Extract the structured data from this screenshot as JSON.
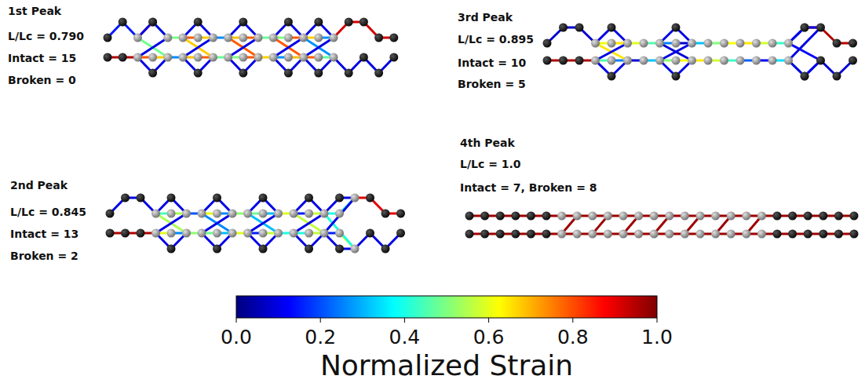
{
  "diagram": {
    "labels": [
      "1st Peak",
      "L/Lc = 0.790",
      "Intact = 15",
      "Broken = 0",
      "3rd Peak",
      "L/Lc = 0.895",
      "Intact = 10",
      "Broken = 5",
      "2nd Peak",
      "L/Lc = 0.845",
      "Intact = 13",
      "Broken = 2",
      "4th Peak",
      "L/Lc = 1.0",
      "Intact = 7, Broken = 8",
      "0.0",
      "0.2",
      "0.4",
      "0.6",
      "0.8",
      "1.0",
      "Normalized Strain"
    ]
  }
}
